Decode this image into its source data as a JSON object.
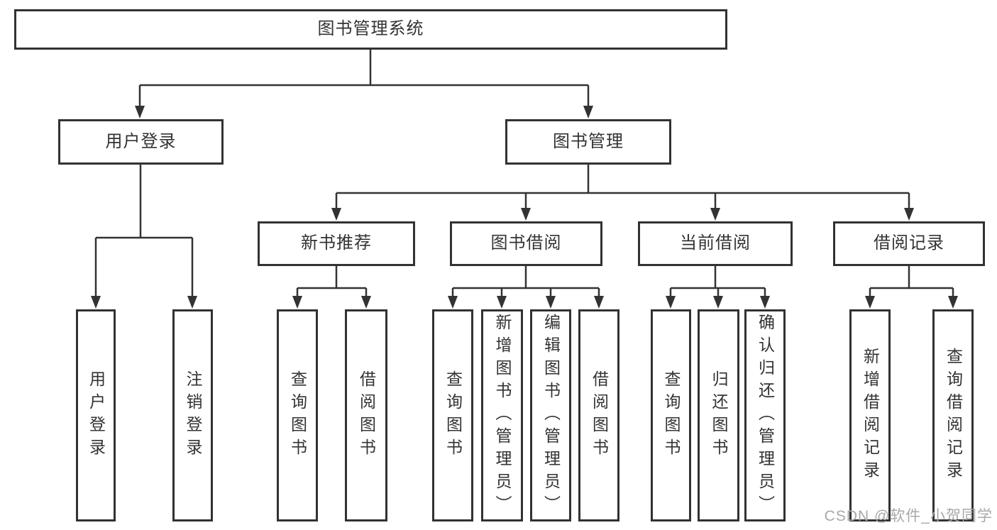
{
  "diagram": {
    "title": "图书管理系统",
    "nodes": {
      "root": "图书管理系统",
      "user_login": "用户登录",
      "book_management": "图书管理",
      "new_book_recommend": "新书推荐",
      "book_borrowing": "图书借阅",
      "current_borrowing": "当前借阅",
      "borrowing_records": "借阅记录",
      "leaves": {
        "user_login_group": [
          "用户登录",
          "注销登录"
        ],
        "new_book_group": [
          "查询图书",
          "借阅图书"
        ],
        "book_borrow_group": [
          "查询图书",
          "新增图书（管理员）",
          "编辑图书（管理员）",
          "借阅图书"
        ],
        "current_borrow_group": [
          "查询图书",
          "归还图书",
          "确认归还（管理员）"
        ],
        "records_group": [
          "新增借阅记录",
          "查询借阅记录"
        ]
      }
    },
    "colors": {
      "line": "#333333",
      "box_border": "#323232",
      "text": "#333333",
      "watermark": "#a8a8a8",
      "background": "#ffffff"
    }
  },
  "watermark": "CSDN @软件_小贺同学"
}
